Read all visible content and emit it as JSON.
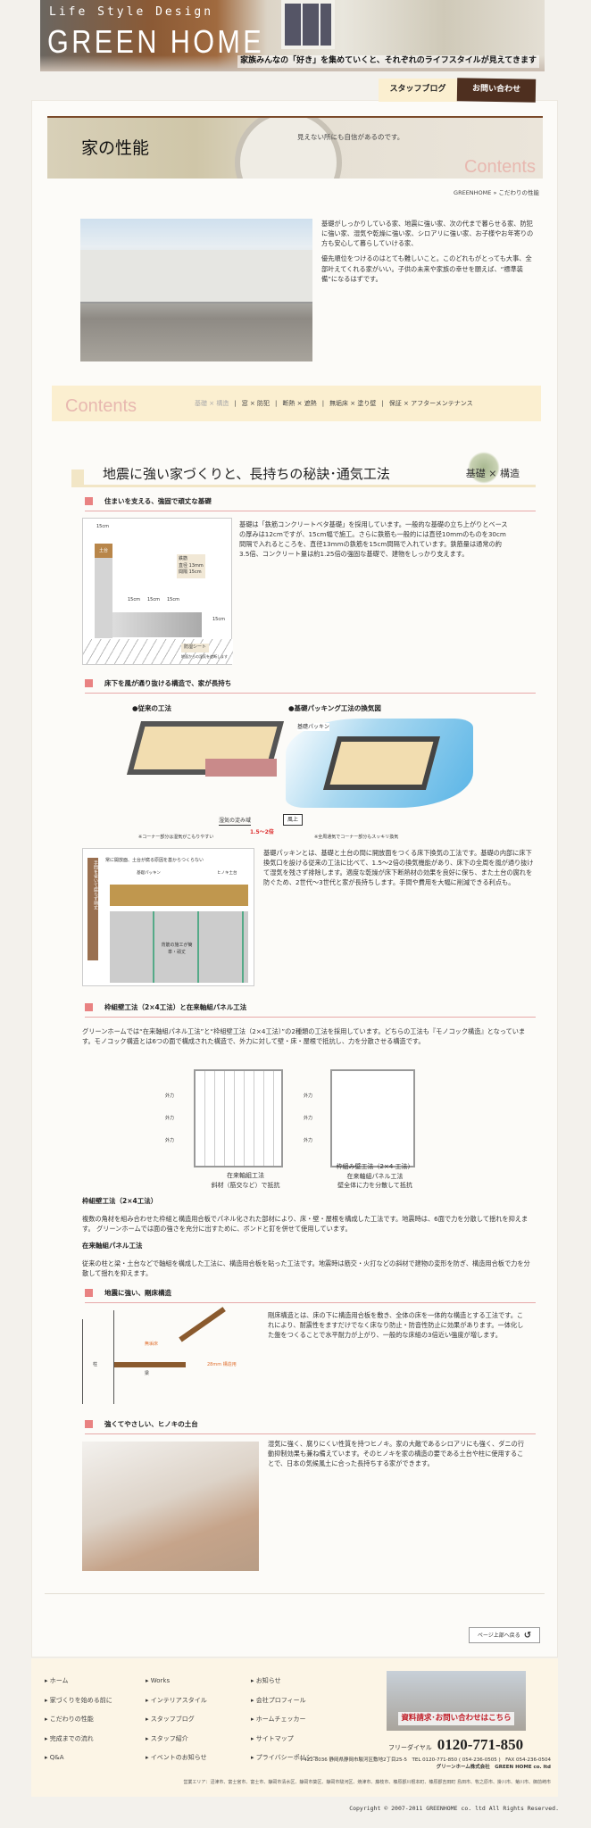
{
  "header": {
    "logo_sub": "Life Style Design",
    "logo": "GREEN HOME",
    "tagline": "家族みんなの「好き」を集めていくと、それぞれのライフスタイルが見えてきます"
  },
  "nav": {
    "blog": "スタッフブログ",
    "contact": "お問い合わせ"
  },
  "banner": {
    "title": "家の性能",
    "subtitle": "見えない所にも自信があるのです。",
    "contents": "Contents"
  },
  "breadcrumb": "GREENHOME » こだわりの性能",
  "intro": {
    "p1": "基礎がしっかりしている家、地震に強い家、次の代まで暮らせる家、防犯に強い家、湿気や乾燥に強い家、シロアリに強い家、お子様やお年寄りの方も安心して暮らしていける家、",
    "p2": "優先順位をつけるのはとても難しいこと。このどれもがとっても大事、全部叶えてくれる家がいい。子供の未来や家族の幸せを願えば、“標準装備”になるはずです。"
  },
  "contents_nav": {
    "label": "Contents",
    "items": [
      "基礎 × 構造",
      "窓 × 防犯",
      "断熱 × 遮熱",
      "無垢床 × 塗り壁",
      "保証 × アフターメンテナンス"
    ],
    "sep": "|"
  },
  "section": {
    "title": "地震に強い家づくりと、長持ちの秘訣･通気工法",
    "tag": "基礎 × 構造"
  },
  "s1": {
    "heading": "住まいを支える、強固で頑丈な基礎",
    "text": "基礎は「鉄筋コンクリートベタ基礎」を採用しています。一般的な基礎の立ち上がりとベースの厚みは12cmですが、15cm幅で施工。さらに鉄筋も一般的には直径10mmのものを30cm間隔で入れるところを、直径13mmの鉄筋を15cm間隔で入れています。鉄筋量は通常の約3.5倍、コンクリート量は約1.25倍の強固な基礎で、建物をしっかり支えます。",
    "diagram": {
      "top": "15cm",
      "sill": "土台",
      "rebar": "鉄筋\n直径 13mm\n間隔 15cm",
      "spacing": [
        "15cm",
        "15cm",
        "15cm"
      ],
      "height": "15cm",
      "sheet": "防湿シート",
      "sheet_note": "地面からの湿気を遮断します"
    }
  },
  "s2": {
    "heading": "床下を風が通り抜ける構造で、家が長持ち",
    "left_title": "●従来の工法",
    "left_label": "湿気の淀み域",
    "left_note": "※コーナー部分は湿気がこもりやすい",
    "right_title": "●基礎パッキング工法の換気図",
    "right_label": "基礎パッキン",
    "right_note": "※全周通気でコーナー部分もスッキリ換気",
    "wind": "風上",
    "ratio": "1.5〜2倍",
    "box": {
      "side": "手間を省いて腐らず頑丈",
      "top": "常に開放面、土台が腐る原因を基からつくらない",
      "packing": "基礎パッキン",
      "sill": "ヒノキ土台",
      "center": "背筋の施工が簡単・頑丈"
    },
    "text": "基礎パッキンとは、基礎と土台の間に開放面をつくる床下換気の工法です。基礎の内部に床下換気口を設ける従来の工法に比べて、1.5〜2倍の換気機能があり、床下の全周を風が通り抜けて湿気を残さず排除します。適度な乾燥が床下断熱材の効果を良好に保ち、また土台の腐れを防ぐため、2世代〜3世代と家が長持ちします。手間や費用を大幅に削減できる利点も。"
  },
  "s3": {
    "heading": "枠組壁工法（2×4工法）と在来軸組パネル工法",
    "text": "グリーンホームでは“在来軸組パネル工法”と“枠組壁工法（2×4工法）”の2種類の工法を採用しています。どちらの工法も『モノコック構造』となっています。モノコック構造とは6つの面で構成された構造で、外力に対して壁・床・屋根で抵抗し、力を分散させる構造です。",
    "force": "外力",
    "left_cap": [
      "在来軸組工法",
      "斜材（筋交など）で抵抗"
    ],
    "right_cap": [
      "枠組み壁工法（2×4 工法）",
      "在来軸組パネル工法",
      "壁全体に力を分散して抵抗"
    ],
    "h_a": "枠組壁工法（2×4工法）",
    "p_a": "複数の角材を組み合わせた枠組と構造用合板でパネル化された部材により、床・壁・屋根を構成した工法です。地震時は、6面で力を分散して揺れを抑えます。 グリーンホームでは面の強さを充分に出すために、ボンドと釘を併せて使用しています。",
    "h_b": "在来軸組パネル工法",
    "p_b": "従来の柱と梁・土台などで軸組を構成した工法に、構造用合板を貼った工法です。地震時は筋交・火打などの斜材で建物の変形を防ぎ、構造用合板で力を分散して揺れを抑えます。"
  },
  "s4": {
    "heading": "地震に強い、剛床構造",
    "labels": {
      "floor": "無垢床",
      "plywood": "28mm 構造用",
      "pillar": "柱",
      "beam": "梁"
    },
    "text": "剛床構造とは、床の下に構造用合板を敷き、全体の床を一体的な構造とする工法です。これにより、耐震性をますだけでなく床なり防止・防音性防止に効果があります。一体化した盤をつくることで水平耐力が上がり、一般的な床組の3倍近い強度が増します。"
  },
  "s5": {
    "heading": "強くてやさしい、ヒノキの土台",
    "text": "湿気に強く、腐りにくい性質を持つヒノキ。家の大敵であるシロアリにも強く、ダニの行動抑制効果も兼ね備えています。そのヒノキを家の構造の要である土台や柱に使用することで、日本の気候風土に合った長持ちする家ができます。"
  },
  "pagetop": "ページ上部へ戻る",
  "footer": {
    "col1": [
      "ホーム",
      "家づくりを始める前に",
      "こだわりの性能",
      "完成までの流れ",
      "Q&A"
    ],
    "col2": [
      "Works",
      "インテリアスタイル",
      "スタッフブログ",
      "スタッフ紹介",
      "イベントのお知らせ"
    ],
    "col3": [
      "お知らせ",
      "会社プロフィール",
      "ホームチェッカー",
      "サイトマップ",
      "プライバシーポリシー"
    ],
    "banner": "資料請求･お問い合わせはこちら",
    "freedial_label": "フリーダイヤル",
    "freedial": "0120-771-850",
    "address": "〒422-8036 静岡県静岡市駿河区敷地2丁目25-5　TEL 0120-771-850 ( 054-236-0505 )　FAX 054-236-0504",
    "company": "グリーンホーム株式会社　GREEN HOME co. ltd",
    "area": "営業エリア：沼津市、富士宮市、富士市、静岡市清水区、静岡市葵区、静岡市駿河区、焼津市、藤枝市、榛原郡川根本町、榛原郡吉田町 島田市、牧之原市、掛川市、菊川市、御前崎市"
  },
  "copyright": "Copyright © 2007-2011 GREENHOME co. ltd All Rights Reserved."
}
